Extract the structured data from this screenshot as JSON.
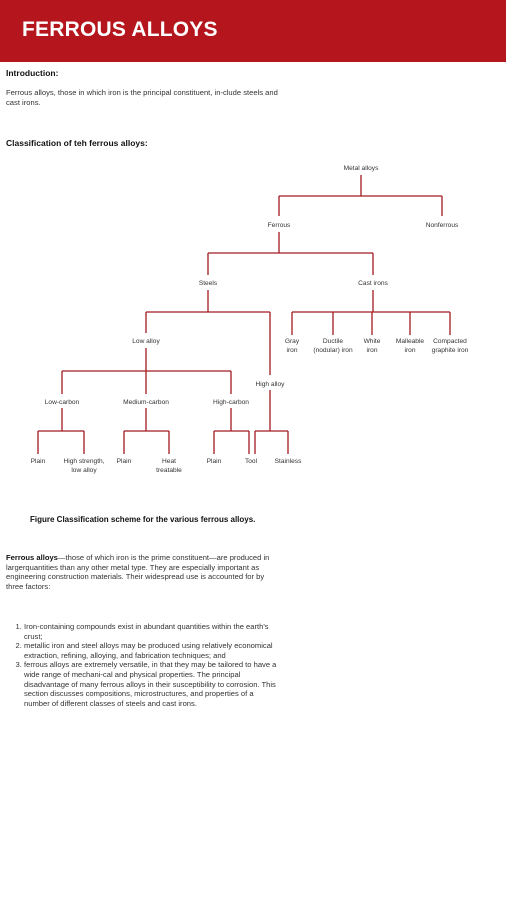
{
  "header": {
    "title": "FERROUS ALLOYS"
  },
  "intro": {
    "heading": "Introduction:",
    "text": "Ferrous alloys, those in which iron is the principal constituent, in-clude steels and cast irons."
  },
  "classification": {
    "heading": "Classification of teh ferrous alloys:"
  },
  "tree": {
    "metal_alloys": "Metal alloys",
    "ferrous": "Ferrous",
    "nonferrous": "Nonferrous",
    "steels": "Steels",
    "cast_irons": "Cast irons",
    "low_alloy": "Low alloy",
    "high_alloy": "High alloy",
    "gray_1": "Gray",
    "gray_2": "iron",
    "ductile_1": "Ductile",
    "ductile_2": "(nodular) iron",
    "white_1": "White",
    "white_2": "iron",
    "malleable_1": "Malleable",
    "malleable_2": "iron",
    "compacted_1": "Compacted",
    "compacted_2": "graphite iron",
    "low_carbon": "Low-carbon",
    "medium_carbon": "Medium-carbon",
    "high_carbon": "High-carbon",
    "plain_1": "Plain",
    "hsla_1": "High strength,",
    "hsla_2": "low alloy",
    "plain_2": "Plain",
    "heat_1": "Heat",
    "heat_2": "treatable",
    "plain_3": "Plain",
    "tool": "Tool",
    "stainless": "Stainless"
  },
  "figure": {
    "caption": "Figure Classification scheme for the various ferrous alloys."
  },
  "body": {
    "lead_bold": "Ferrous alloys",
    "lead_text": "—those of which iron is the prime constituent—are produced in largerquantities than any other metal type. They are especially important as engineering construction materials. Their widespread use is accounted for by three factors:",
    "factors": [
      "Iron-containing compounds exist in abundant quantities within the earth's crust;",
      "metallic iron and steel alloys may be produced using relatively economical extraction, refining, alloying, and fabrication techniques; and",
      "ferrous alloys are extremely versatile, in that they may be tailored to have a wide range of mechani-cal and physical properties. The principal disadvantage of many ferrous alloys in their susceptibility to corrosion. This section discusses compositions, microstructures, and properties of a number of different classes of steels and cast irons."
    ]
  }
}
